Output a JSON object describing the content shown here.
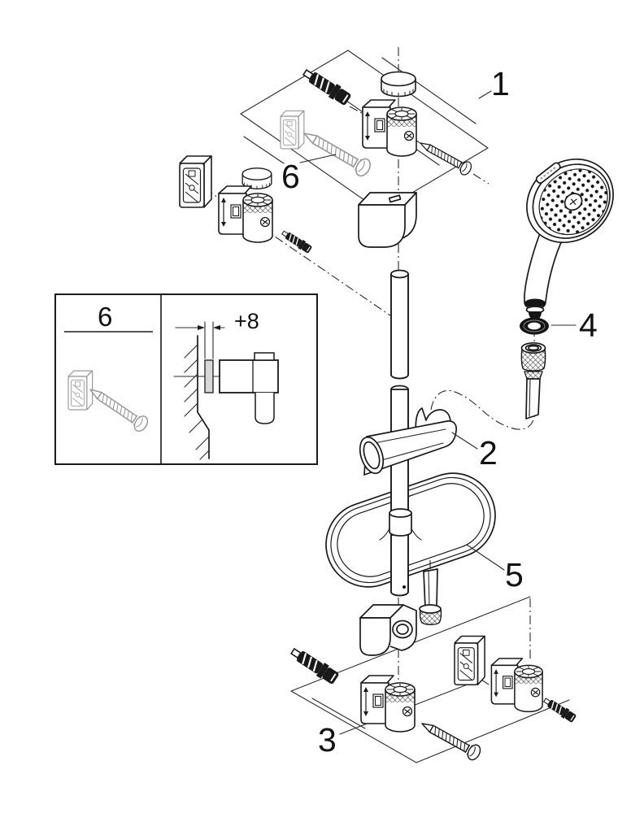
{
  "drawing": {
    "type": "exploded-parts-diagram",
    "subject": "shower rail set with hand shower, glide element, soap tray and wall brackets",
    "style": {
      "line_color": "#1a1a1a",
      "accessory_color": "#9a9a9a",
      "background": "#ffffff"
    },
    "callouts": [
      {
        "label": "1",
        "part": "wall-bracket-assembly-top"
      },
      {
        "label": "2",
        "part": "glide-element-shower-holder"
      },
      {
        "label": "3",
        "part": "wall-bracket-assembly-bottom"
      },
      {
        "label": "4",
        "part": "hose-washer"
      },
      {
        "label": "5",
        "part": "soap-dish-tray"
      },
      {
        "label": "6",
        "part": "wall-plug-with-screw"
      }
    ],
    "inset": {
      "callout_label": "6",
      "dimension_label": "+8"
    }
  }
}
